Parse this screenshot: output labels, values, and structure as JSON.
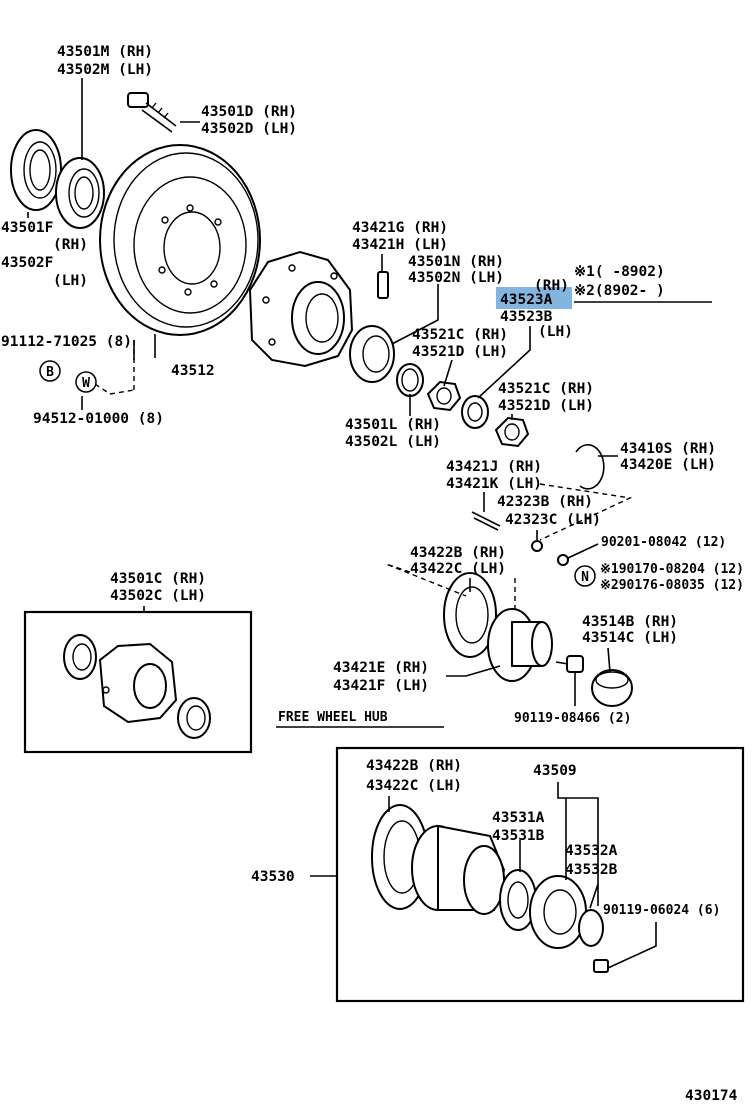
{
  "diagram": {
    "labels": {
      "m_rh": "43501M (RH)",
      "m_lh": "43502M (LH)",
      "d_rh": "43501D (RH)",
      "d_lh": "43502D (LH)",
      "f_code": "43501F",
      "f_rh": "(RH)",
      "f_code2": "43502F",
      "f_lh": "(LH)",
      "p91112": "91112-71025 (8)",
      "p94512": "94512-01000 (8)",
      "p43512": "43512",
      "g_rh": "43421G (RH)",
      "h_lh": "43421H (LH)",
      "n_rh": "43501N (RH)",
      "n_lh": "43502N (LH)",
      "rh_small": "(RH)",
      "p43523a": "43523A",
      "p43523b": "43523B",
      "lh_small": "(LH)",
      "note1": "※1(     -8902)",
      "note2": "※2(8902-      )",
      "c_rh": "43521C (RH)",
      "d2_lh": "43521D (LH)",
      "l_rh": "43501L (RH)",
      "l_lh": "43502L (LH)",
      "c2_rh": "43521C (RH)",
      "d3_lh": "43521D (LH)",
      "s_rh": "43410S (RH)",
      "e_lh": "43420E (LH)",
      "j_rh": "43421J (RH)",
      "k_lh": "43421K (LH)",
      "b_rh": "42323B (RH)",
      "c3_lh": "42323C (LH)",
      "p90201": "90201-08042 (12)",
      "p190170": "※190170-08204 (12)",
      "p290176": "※290176-08035 (12)",
      "b2_rh": "43422B (RH)",
      "c4_lh": "43422C (LH)",
      "c5_rh": "43501C (RH)",
      "c6_lh": "43502C (LH)",
      "b4_rh": "43514B (RH)",
      "c7_lh": "43514C (LH)",
      "e2_rh": "43421E (RH)",
      "f2_lh": "43421F (LH)",
      "p90119a": "90119-08466 (2)",
      "fwh": "FREE WHEEL HUB",
      "b3_rh": "43422B (RH)",
      "c8_lh": "43422C (LH)",
      "p43509": "43509",
      "p43531a": "43531A",
      "p43531b": "43531B",
      "p43532a": "43532A",
      "p43532b": "43532B",
      "p43530": "43530",
      "p90119b": "90119-06024 (6)",
      "pagecode": "430174"
    },
    "symbols": {
      "b": "B",
      "w": "W",
      "n": "N"
    },
    "highlight_color": "#6fa8dc"
  }
}
